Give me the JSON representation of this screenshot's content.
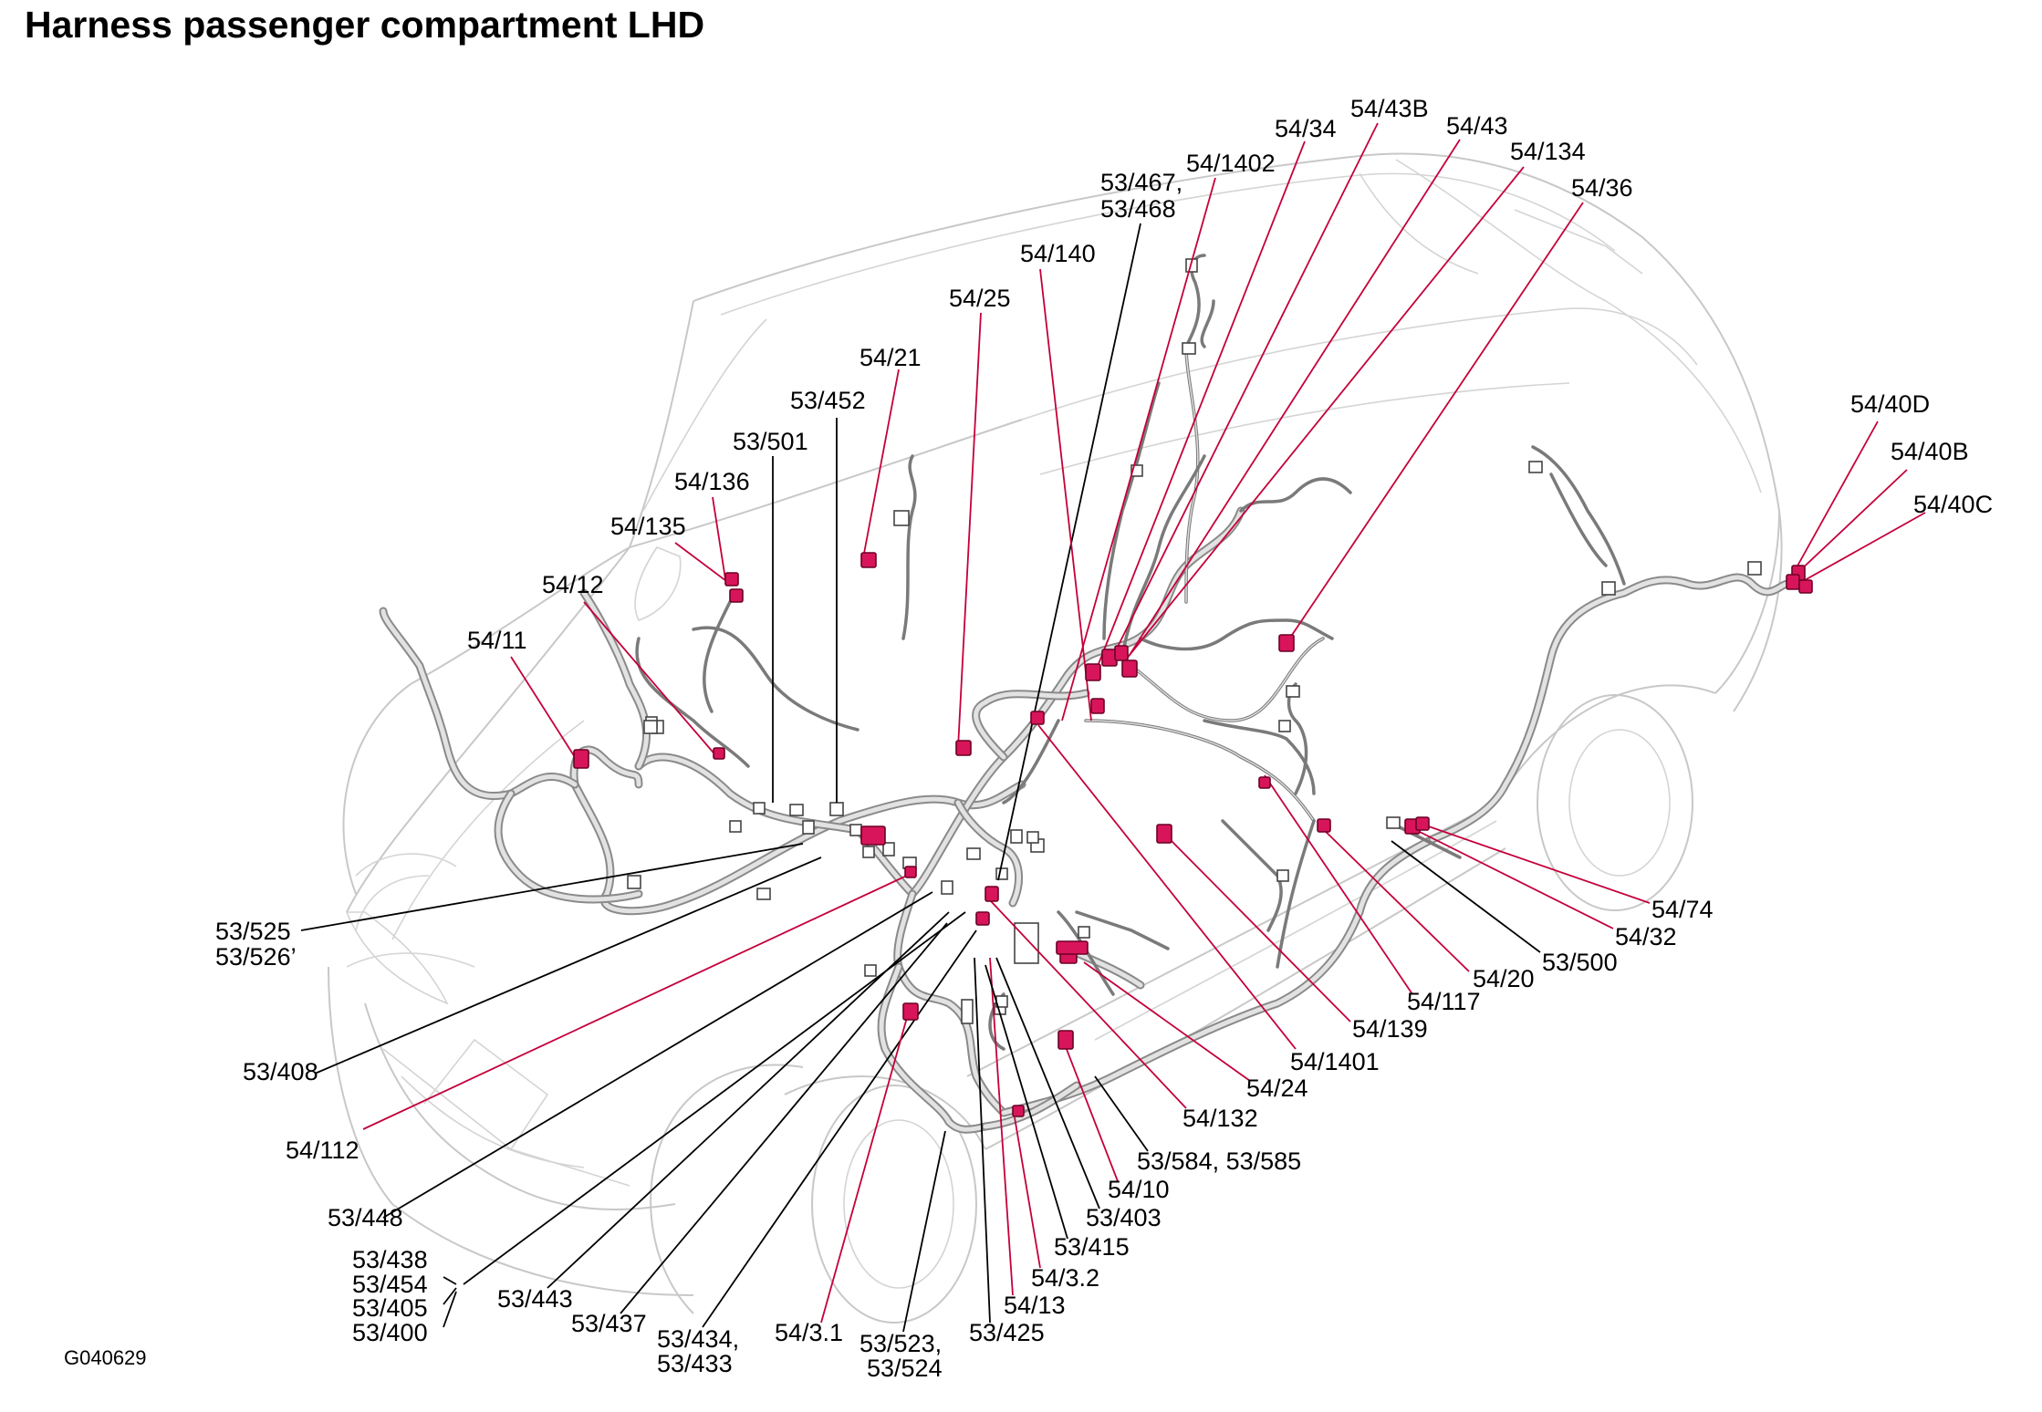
{
  "title": "Harness passenger compartment LHD",
  "figure_code": "G040629",
  "colors": {
    "red_leader": "#c4003a",
    "black_leader": "#000000",
    "red_connector": "#d8155a",
    "harness": "#8a8a8a",
    "car_outline": "#c8c8c8"
  },
  "labels": [
    {
      "id": "54-43B",
      "text": "54/43B",
      "color": "red"
    },
    {
      "id": "54-34",
      "text": "54/34",
      "color": "red"
    },
    {
      "id": "54-43",
      "text": "54/43",
      "color": "red"
    },
    {
      "id": "54-134",
      "text": "54/134",
      "color": "red"
    },
    {
      "id": "54-1402",
      "text": "54/1402",
      "color": "red"
    },
    {
      "id": "53-467",
      "text": "53/467,",
      "color": "black"
    },
    {
      "id": "53-468",
      "text": "53/468",
      "color": "black"
    },
    {
      "id": "54-36",
      "text": "54/36",
      "color": "red"
    },
    {
      "id": "54-140",
      "text": "54/140",
      "color": "red"
    },
    {
      "id": "54-25",
      "text": "54/25",
      "color": "red"
    },
    {
      "id": "54-21",
      "text": "54/21",
      "color": "red"
    },
    {
      "id": "53-452",
      "text": "53/452",
      "color": "black"
    },
    {
      "id": "53-501",
      "text": "53/501",
      "color": "black"
    },
    {
      "id": "54-136",
      "text": "54/136",
      "color": "red"
    },
    {
      "id": "54-135",
      "text": "54/135",
      "color": "red"
    },
    {
      "id": "54-12",
      "text": "54/12",
      "color": "red"
    },
    {
      "id": "54-11",
      "text": "54/11",
      "color": "red"
    },
    {
      "id": "54-40D",
      "text": "54/40D",
      "color": "red"
    },
    {
      "id": "54-40B",
      "text": "54/40B",
      "color": "red"
    },
    {
      "id": "54-40C",
      "text": "54/40C",
      "color": "red"
    },
    {
      "id": "53-525",
      "text": "53/525",
      "color": "black"
    },
    {
      "id": "53-526",
      "text": "53/526’",
      "color": "black"
    },
    {
      "id": "53-408",
      "text": "53/408",
      "color": "black"
    },
    {
      "id": "54-112",
      "text": "54/112",
      "color": "red"
    },
    {
      "id": "53-448",
      "text": "53/448",
      "color": "black"
    },
    {
      "id": "53-438",
      "text": "53/438",
      "color": "black"
    },
    {
      "id": "53-454",
      "text": "53/454",
      "color": "black"
    },
    {
      "id": "53-405",
      "text": "53/405",
      "color": "black"
    },
    {
      "id": "53-400",
      "text": "53/400",
      "color": "black"
    },
    {
      "id": "53-443",
      "text": "53/443",
      "color": "black"
    },
    {
      "id": "53-437",
      "text": "53/437",
      "color": "black"
    },
    {
      "id": "53-434",
      "text": "53/434,",
      "color": "black"
    },
    {
      "id": "53-433",
      "text": "53/433",
      "color": "black"
    },
    {
      "id": "54-3-1",
      "text": "54/3.1",
      "color": "red"
    },
    {
      "id": "53-523",
      "text": "53/523,",
      "color": "black"
    },
    {
      "id": "53-524",
      "text": "53/524",
      "color": "black"
    },
    {
      "id": "53-425",
      "text": "53/425",
      "color": "black"
    },
    {
      "id": "54-13",
      "text": "54/13",
      "color": "red"
    },
    {
      "id": "54-3-2",
      "text": "54/3.2",
      "color": "red"
    },
    {
      "id": "53-415",
      "text": "53/415",
      "color": "black"
    },
    {
      "id": "53-403",
      "text": "53/403",
      "color": "black"
    },
    {
      "id": "54-10",
      "text": "54/10",
      "color": "red"
    },
    {
      "id": "53-584",
      "text": "53/584, 53/585",
      "color": "black"
    },
    {
      "id": "54-132",
      "text": "54/132",
      "color": "red"
    },
    {
      "id": "54-24",
      "text": "54/24",
      "color": "red"
    },
    {
      "id": "54-1401",
      "text": "54/1401",
      "color": "red"
    },
    {
      "id": "54-139",
      "text": "54/139",
      "color": "red"
    },
    {
      "id": "54-117",
      "text": "54/117",
      "color": "red"
    },
    {
      "id": "54-20",
      "text": "54/20",
      "color": "red"
    },
    {
      "id": "53-500",
      "text": "53/500",
      "color": "black"
    },
    {
      "id": "54-32",
      "text": "54/32",
      "color": "red"
    },
    {
      "id": "54-74",
      "text": "54/74",
      "color": "red"
    }
  ]
}
